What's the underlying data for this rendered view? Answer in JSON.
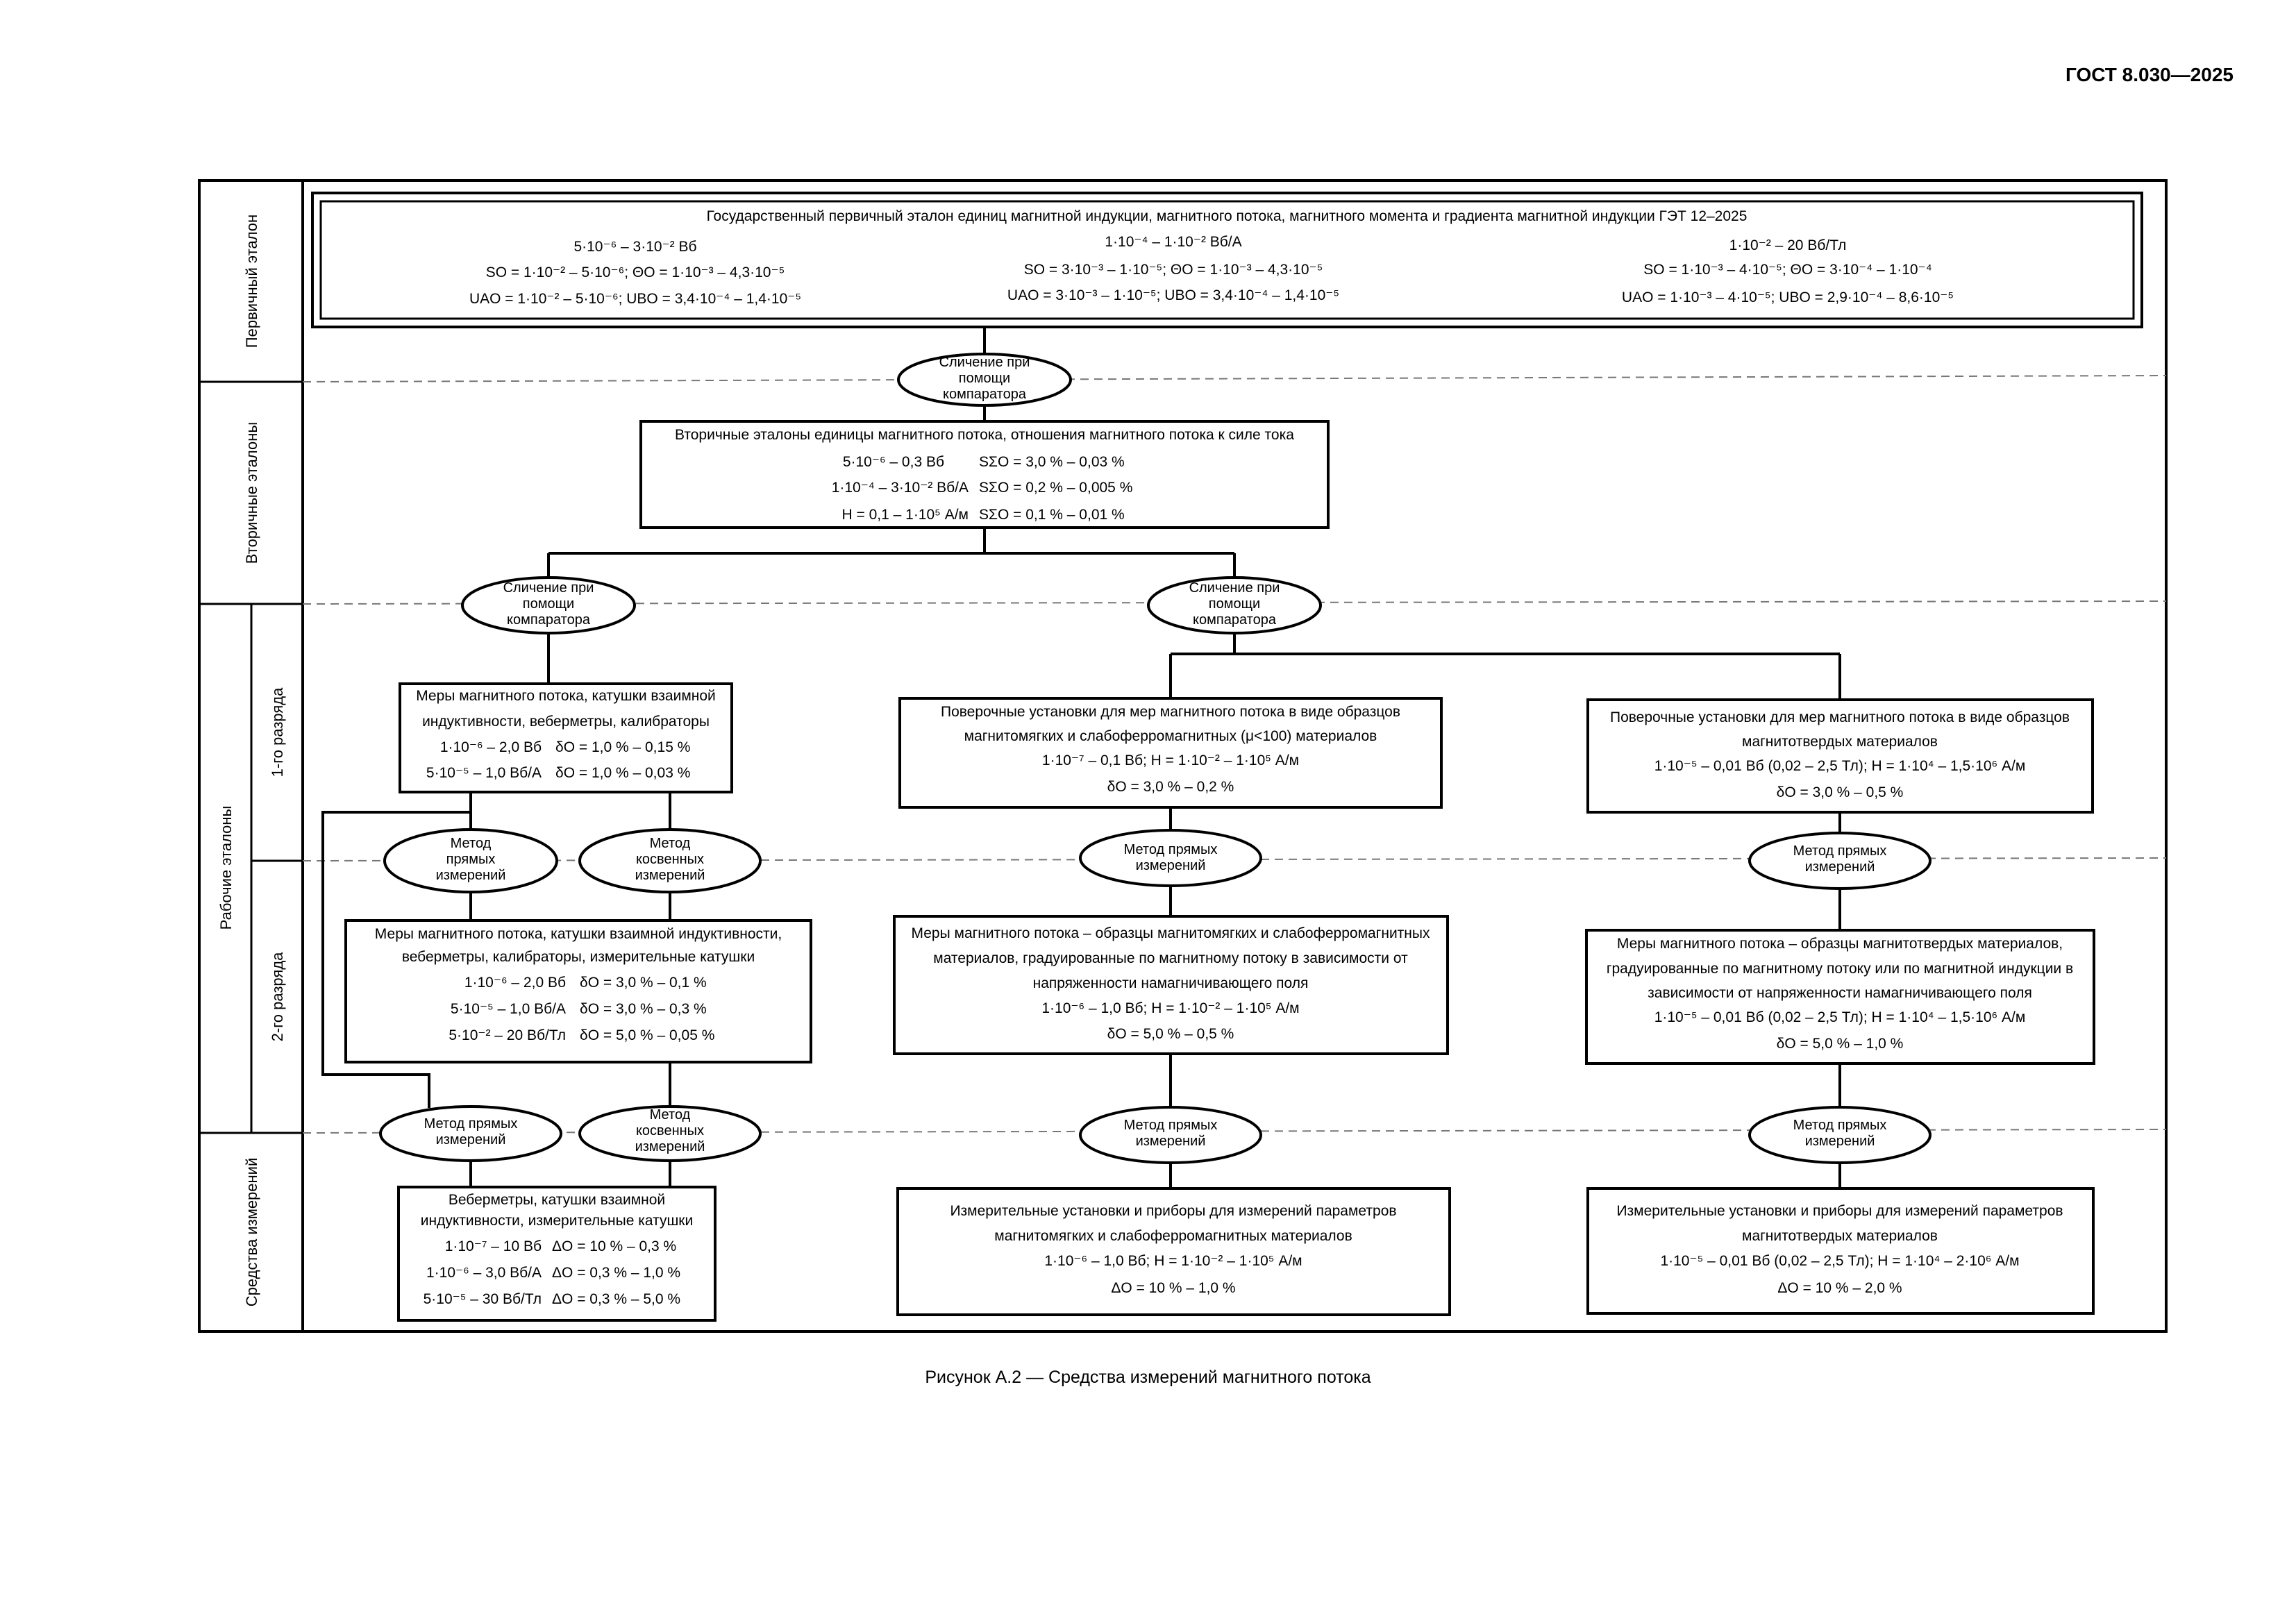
{
  "header": {
    "doc_id": "ГОСТ 8.030—2025"
  },
  "caption": "Рисунок А.2 — Средства измерений магнитного потока",
  "levels": {
    "primary": "Первичный эталон",
    "secondary": "Вторичные эталоны",
    "working": "Рабочие эталоны",
    "rank1": "1-го разряда",
    "rank2": "2-го разряда",
    "instruments": "Средства измерений"
  },
  "primary_standard": {
    "title": "Государственный первичный эталон единиц магнитной индукции, магнитного потока, магнитного момента и градиента магнитной индукции ГЭТ 12–2025",
    "columns": [
      {
        "range": "5·10⁻⁶ – 3·10⁻² Вб",
        "so_theta": "SO = 1·10⁻² – 5·10⁻⁶; ΘO = 1·10⁻³ – 4,3·10⁻⁵",
        "u": "UAO = 1·10⁻² – 5·10⁻⁶; UBO = 3,4·10⁻⁴ – 1,4·10⁻⁵"
      },
      {
        "range": "1·10⁻⁴ – 1·10⁻² Вб/А",
        "so_theta": "SO = 3·10⁻³ – 1·10⁻⁵; ΘO = 1·10⁻³ – 4,3·10⁻⁵",
        "u": "UAO = 3·10⁻³ – 1·10⁻⁵; UBO = 3,4·10⁻⁴ – 1,4·10⁻⁵"
      },
      {
        "range": "1·10⁻² – 20 Вб/Тл",
        "so_theta": "SO = 1·10⁻³ – 4·10⁻⁵; ΘO = 3·10⁻⁴ – 1·10⁻⁴",
        "u": "UAO = 1·10⁻³ – 4·10⁻⁵; UBO = 2,9·10⁻⁴ – 8,6·10⁻⁵"
      }
    ]
  },
  "ellipses": {
    "comparator": [
      "Сличение при",
      "помощи",
      "компаратора"
    ],
    "direct3": [
      "Метод",
      "прямых",
      "измерений"
    ],
    "indirect3": [
      "Метод",
      "косвенных",
      "измерений"
    ],
    "direct2": [
      "Метод прямых",
      "измерений"
    ]
  },
  "secondary_standard": {
    "title": "Вторичные эталоны единицы магнитного потока, отношения магнитного потока к силе тока",
    "rows": [
      {
        "range": "5·10⁻⁶ – 0,3 Вб",
        "acc": "SΣO = 3,0 % – 0,03 %"
      },
      {
        "range": "1·10⁻⁴ – 3·10⁻² Вб/А",
        "acc": "SΣO = 0,2 % – 0,005 %"
      },
      {
        "range": "H = 0,1 – 1·10⁵ А/м",
        "acc": "SΣO = 0,1 % – 0,01 %"
      }
    ]
  },
  "rank1": {
    "left": {
      "title1": "Меры магнитного потока, катушки взаимной",
      "title2": "индуктивности, веберметры, калибраторы",
      "rows": [
        {
          "range": "1·10⁻⁶ – 2,0 Вб",
          "acc": "δO = 1,0 % – 0,15 %"
        },
        {
          "range": "5·10⁻⁵ – 1,0 Вб/А",
          "acc": "δO = 1,0 % – 0,03 %"
        }
      ]
    },
    "middle": {
      "lines": [
        "Поверочные установки для мер магнитного потока в виде образцов",
        "магнитомягких и слабоферромагнитных (μ<100) материалов",
        "1·10⁻⁷ – 0,1 Вб; H = 1·10⁻² – 1·10⁵ А/м",
        "δO = 3,0 % – 0,2 %"
      ]
    },
    "right": {
      "lines": [
        "Поверочные установки для мер магнитного потока в виде образцов",
        "магнитотвердых материалов",
        "1·10⁻⁵ – 0,01 Вб (0,02 – 2,5 Тл); H = 1·10⁴ – 1,5·10⁶ А/м",
        "δO = 3,0 % – 0,5 %"
      ]
    }
  },
  "rank2": {
    "left": {
      "title1": "Меры магнитного потока, катушки взаимной индуктивности,",
      "title2": "веберметры, калибраторы, измерительные катушки",
      "rows": [
        {
          "range": "1·10⁻⁶ – 2,0 Вб",
          "acc": "δO = 3,0 % – 0,1 %"
        },
        {
          "range": "5·10⁻⁵ – 1,0 Вб/А",
          "acc": "δO = 3,0 % – 0,3 %"
        },
        {
          "range": "5·10⁻² – 20 Вб/Тл",
          "acc": "δO = 5,0 % – 0,05 %"
        }
      ]
    },
    "middle": {
      "lines": [
        "Меры магнитного потока – образцы магнитомягких и слабоферромагнитных",
        "материалов, градуированные по магнитному потоку в зависимости от",
        "напряженности намагничивающего поля",
        "1·10⁻⁶ – 1,0 Вб; H = 1·10⁻² – 1·10⁵ А/м",
        "δO = 5,0 % – 0,5 %"
      ]
    },
    "right": {
      "lines": [
        "Меры магнитного потока – образцы магнитотвердых материалов,",
        "градуированные по магнитному потоку или по магнитной индукции в",
        "зависимости от напряженности намагничивающего поля",
        "1·10⁻⁵ – 0,01 Вб (0,02 – 2,5 Тл); H = 1·10⁴ – 1,5·10⁶ А/м",
        "δO = 5,0 % – 1,0 %"
      ]
    }
  },
  "instruments": {
    "left": {
      "title1": "Веберметры, катушки взаимной",
      "title2": "индуктивности, измерительные катушки",
      "rows": [
        {
          "range": "1·10⁻⁷ – 10 Вб",
          "acc": "ΔO = 10 % – 0,3 %"
        },
        {
          "range": "1·10⁻⁶ – 3,0 Вб/А",
          "acc": "ΔO = 0,3 % – 1,0 %"
        },
        {
          "range": "5·10⁻⁵ – 30 Вб/Тл",
          "acc": "ΔO = 0,3 % – 5,0 %"
        }
      ]
    },
    "middle": {
      "lines": [
        "Измерительные установки и приборы для измерений параметров",
        "магнитомягких и слабоферромагнитных материалов",
        "1·10⁻⁶ – 1,0 Вб; H = 1·10⁻² – 1·10⁵ А/м",
        "ΔO = 10 % – 1,0 %"
      ]
    },
    "right": {
      "lines": [
        "Измерительные установки и приборы для измерений параметров",
        "магнитотвердых материалов",
        "1·10⁻⁵ – 0,01 Вб (0,02 – 2,5 Тл); H = 1·10⁴ – 2·10⁶ А/м",
        "ΔO = 10 % – 2,0 %"
      ]
    }
  }
}
